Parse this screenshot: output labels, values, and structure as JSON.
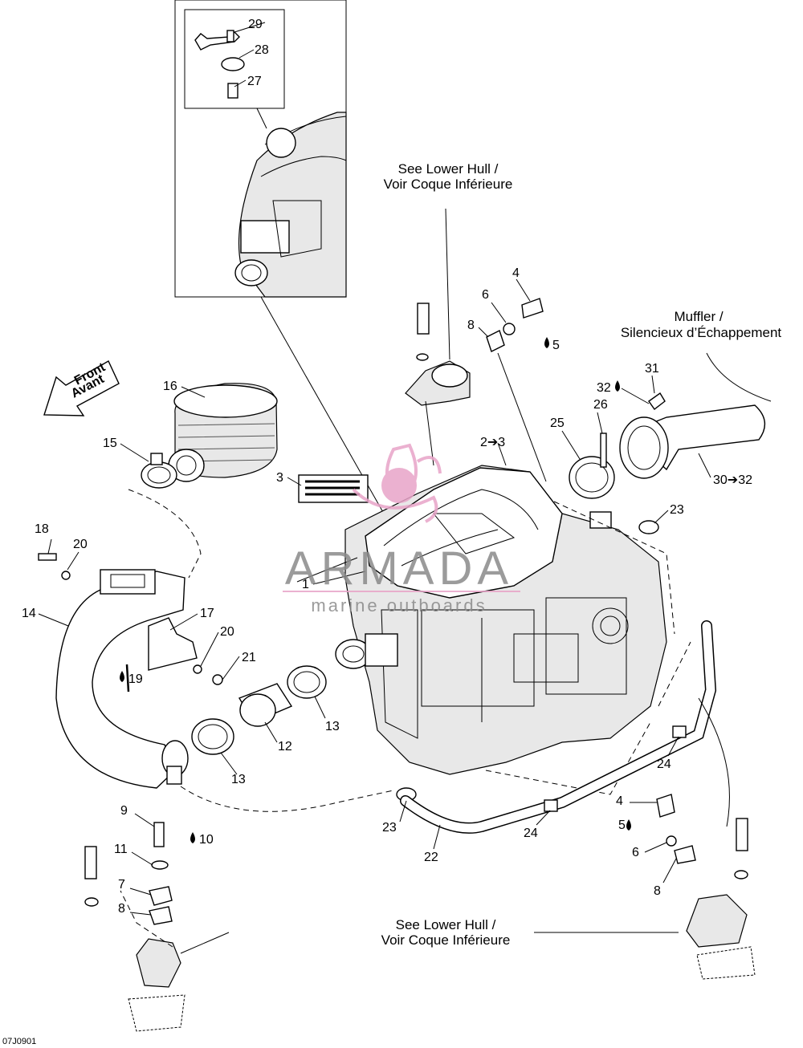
{
  "callouts": {
    "c1": "1",
    "c2_3": "2➔3",
    "c3": "3",
    "c4a": "4",
    "c4b": "4",
    "c5a": "5",
    "c5b": "5",
    "c6a": "6",
    "c6b": "6",
    "c7": "7",
    "c8a": "8",
    "c8b": "8",
    "c8c": "8",
    "c9": "9",
    "c10": "10",
    "c11": "11",
    "c12": "12",
    "c13a": "13",
    "c13b": "13",
    "c14": "14",
    "c15": "15",
    "c16": "16",
    "c17": "17",
    "c18": "18",
    "c19": "19",
    "c20a": "20",
    "c20b": "20",
    "c21": "21",
    "c22": "22",
    "c23a": "23",
    "c23b": "23",
    "c24a": "24",
    "c24b": "24",
    "c25": "25",
    "c26": "26",
    "c27": "27",
    "c28": "28",
    "c29": "29",
    "c30_32": "30➔32",
    "c31": "31",
    "c32": "32"
  },
  "notes": {
    "lower_hull_top_1": "See Lower Hull /",
    "lower_hull_top_2": "Voir Coque Inférieure",
    "lower_hull_bottom_1": "See Lower Hull /",
    "lower_hull_bottom_2": "Voir Coque Inférieure",
    "muffler_1": "Muffler /",
    "muffler_2": "Silencieux d’Échappement",
    "front_1": "Front",
    "front_2": "Avant"
  },
  "drawing_code": "07J0901",
  "watermark": {
    "brand": "ARMADA",
    "tagline": "marine outboards",
    "accent": "#e8a4c8"
  },
  "icons": [
    "drop-icon",
    "front-arrow-icon"
  ]
}
